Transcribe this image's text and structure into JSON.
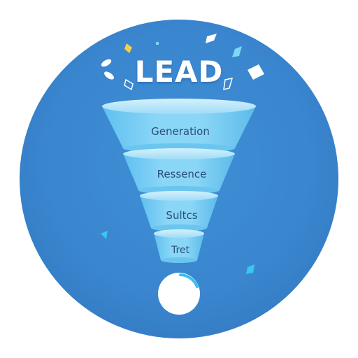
{
  "title": "LEAD",
  "stages": [
    {
      "label": "Generation"
    },
    {
      "label": "Ressence"
    },
    {
      "label": "Sultcs"
    },
    {
      "label": "Tret"
    }
  ],
  "colors": {
    "background_circle": "#3a86cf",
    "funnel_fill": "#7fd0f5",
    "funnel_top": "#bfe8fb",
    "label_text": "#2a4d78",
    "title_text": "#ffffff",
    "confetti": [
      "#ffffff",
      "#7fd8f5",
      "#f2d04a"
    ]
  },
  "icons": {
    "result_circle": "progress-ring-icon"
  }
}
